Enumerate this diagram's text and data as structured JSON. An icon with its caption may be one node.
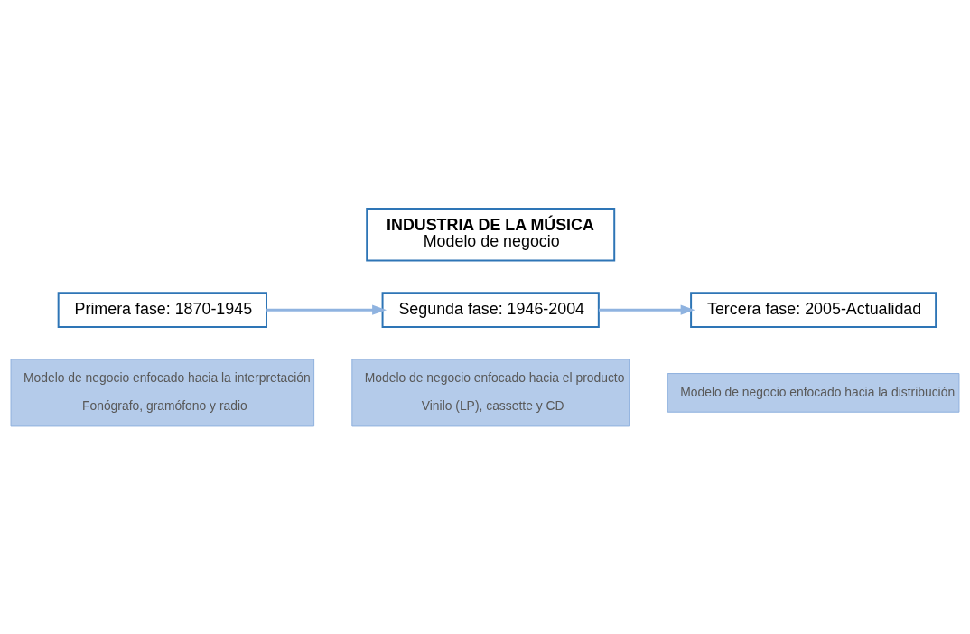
{
  "diagram": {
    "nodes": [
      {
        "text": [
          "INDUSTRIA DE LA MÚSICA",
          "Modelo de negocio"
        ]
      },
      {
        "text": [
          "Primera fase: 1870-1945"
        ]
      },
      {
        "text": [
          "Modelo de negocio enfocado hacia la interpretación",
          "Fonógrafo, gramófono y radio"
        ]
      },
      {
        "text": [
          "Segunda fase: 1946-2004"
        ]
      },
      {
        "text": [
          "Modelo de negocio enfocado hacia el producto",
          "Vinilo (LP), cassette y CD"
        ]
      },
      {
        "text": [
          "Tercera fase: 2005-Actualidad"
        ]
      },
      {
        "text": [
          "Modelo de negocio enfocado hacia la distribución"
        ]
      }
    ],
    "edges": [
      {
        "from": 1,
        "to": 3,
        "arrow": "to"
      },
      {
        "from": 3,
        "to": 5,
        "arrow": "to"
      }
    ]
  }
}
